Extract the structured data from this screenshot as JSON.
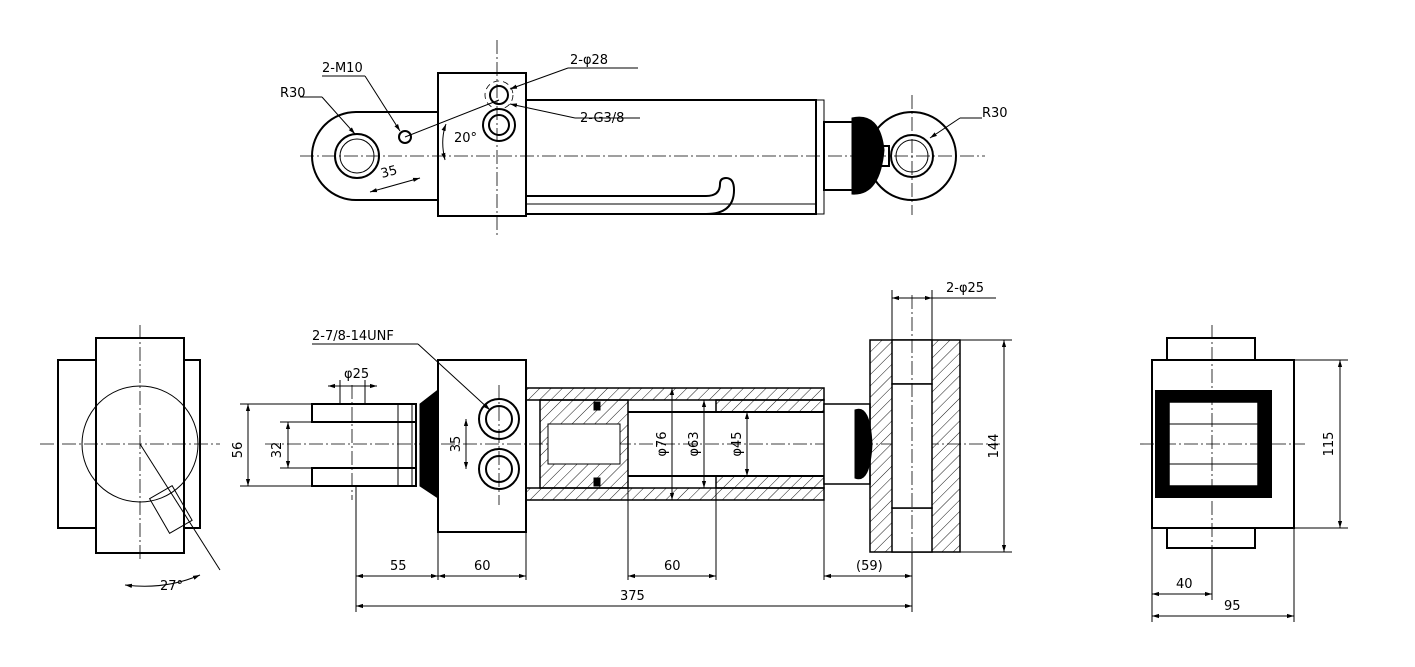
{
  "drawing": {
    "top_view": {
      "thread_callout": "2-M10",
      "radius_left": "R30",
      "radius_right": "R30",
      "port_diameter_callout": "2-φ28",
      "port_thread_callout": "2-G3/8",
      "angle": "20°",
      "offset": "35"
    },
    "end_view_left": {
      "angle": "27°"
    },
    "side_section": {
      "port_thread_callout": "2-7/8-14UNF",
      "pin_diameter": "φ25",
      "clevis_width": "56",
      "slot_width": "32",
      "port_spacing": "35",
      "bore_outer": "φ76",
      "bore": "φ63",
      "rod": "φ45",
      "clevis_length": "55",
      "block_length": "60",
      "stroke": "60",
      "rod_end_length": "(59)",
      "total_length": "375",
      "pin_holes": "2-φ25",
      "rod_end_height": "144"
    },
    "end_view_right": {
      "height": "115",
      "offset": "40",
      "width": "95"
    }
  }
}
